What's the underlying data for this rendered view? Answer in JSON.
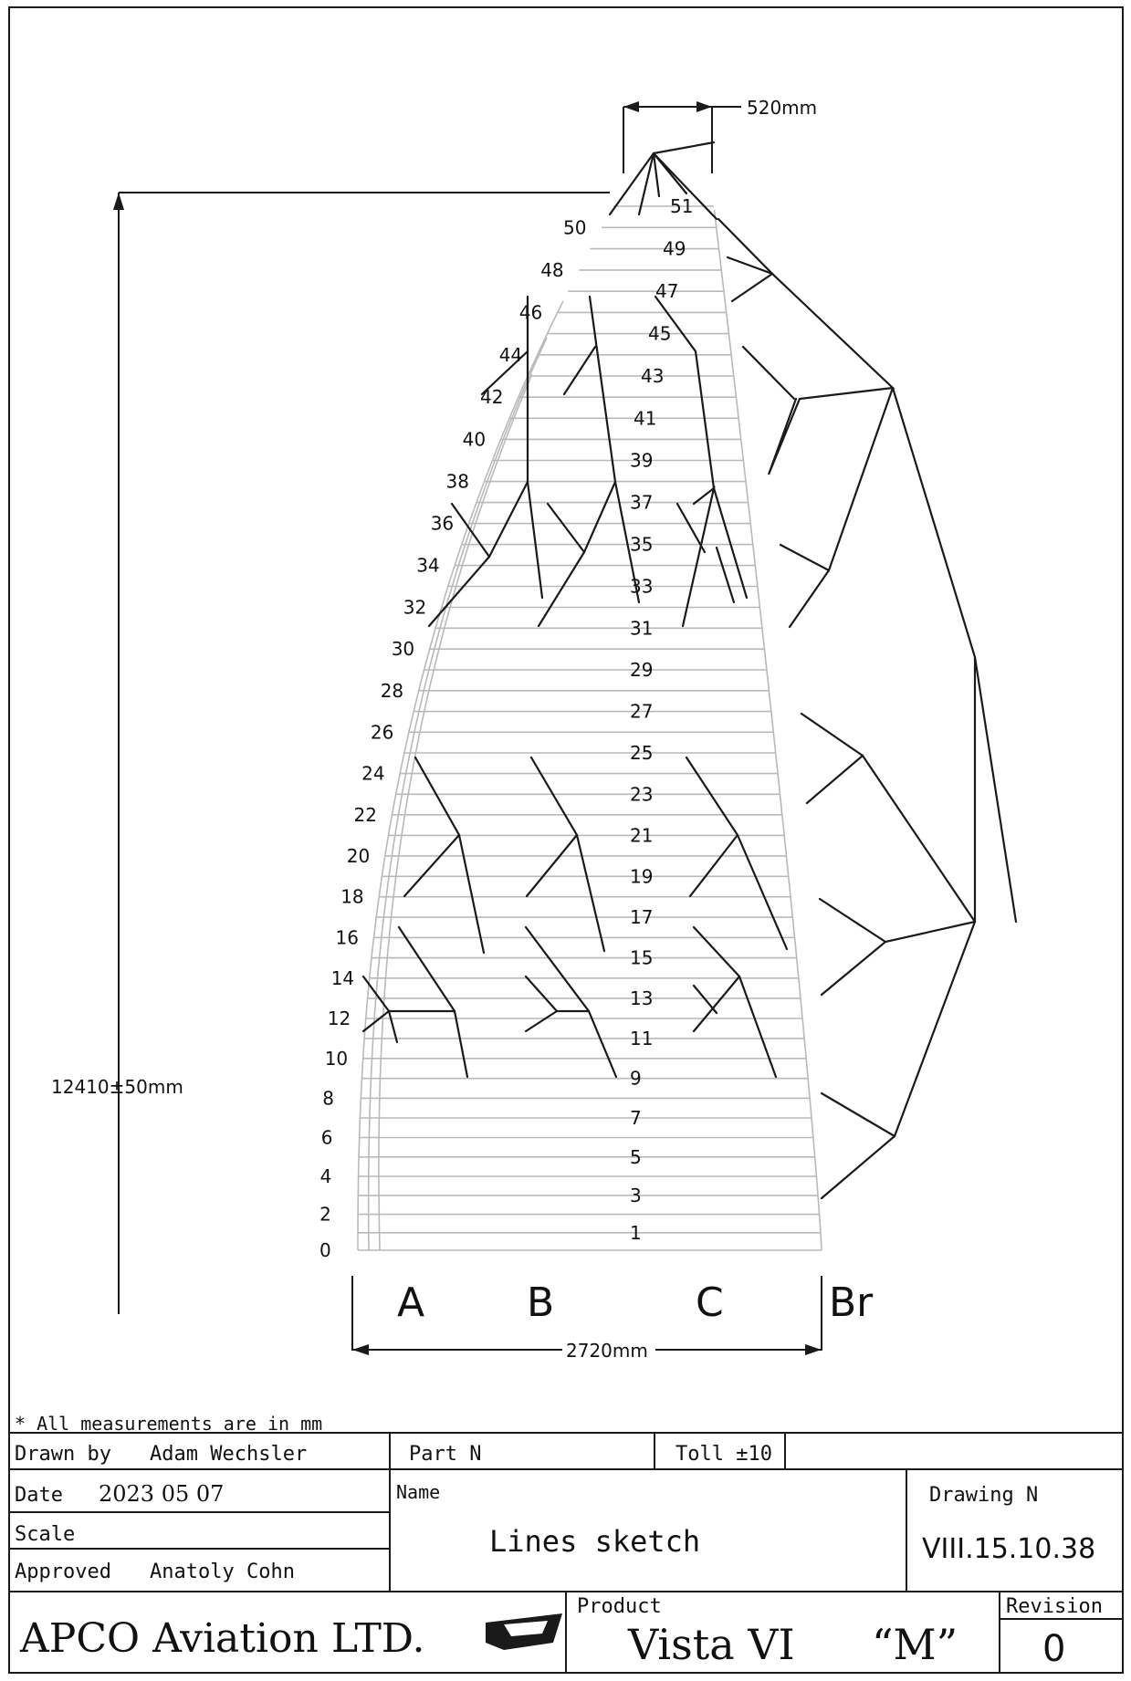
{
  "title_block": {
    "note": "* All measurements are in mm",
    "drawn_by_label": "Drawn by",
    "drawn_by_value": "Adam Wechsler",
    "part_label": "Part N",
    "toll_label": "Toll ±10",
    "date_label": "Date",
    "date_value": "2023 05 07",
    "name_label": "Name",
    "name_value": "Lines sketch",
    "drawing_label": "Drawing N",
    "drawing_value": "VIII.15.10.38",
    "scale_label": "Scale",
    "approved_label": "Approved",
    "approved_value": "Anatoly Cohn",
    "company": "APCO Aviation LTD.",
    "product_label": "Product",
    "product_value": "Vista VI",
    "product_size": "“M”",
    "revision_label": "Revision",
    "revision_value": "0"
  },
  "dimensions": {
    "tip_width": "520mm",
    "height": "12410±50mm",
    "width": "2720mm"
  },
  "line_groups": [
    "A",
    "B",
    "C",
    "Br"
  ],
  "rib_numbers_left": [
    "0",
    "2",
    "4",
    "6",
    "8",
    "10",
    "12",
    "14",
    "16",
    "18",
    "20",
    "22",
    "24",
    "26",
    "28",
    "30",
    "32",
    "34",
    "36",
    "38",
    "40",
    "42",
    "44",
    "46",
    "48",
    "50"
  ],
  "rib_numbers_center": [
    "1",
    "3",
    "5",
    "7",
    "9",
    "11",
    "13",
    "15",
    "17",
    "19",
    "21",
    "23",
    "25",
    "27",
    "29",
    "31",
    "33",
    "35",
    "37",
    "39",
    "41",
    "43",
    "45",
    "47",
    "49",
    "51"
  ],
  "colors": {
    "ink": "#1a1a1a",
    "rib": "#b9b9b9",
    "paper": "#ffffff"
  }
}
